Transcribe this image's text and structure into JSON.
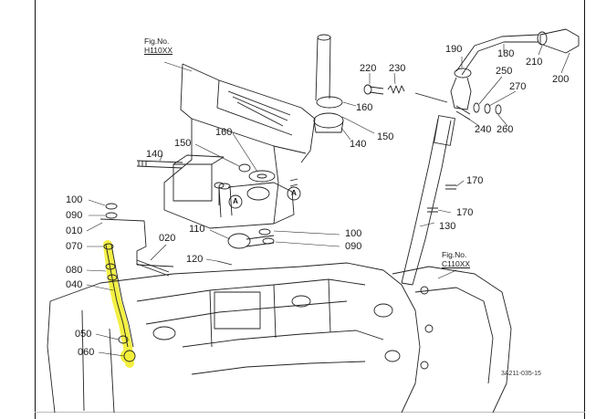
{
  "figure_refs": {
    "top": {
      "prefix": "Fig.No.",
      "code": "H110XX"
    },
    "right": {
      "prefix": "Fig.No.",
      "code": "C110XX"
    }
  },
  "part_labels": {
    "p100_left": "100",
    "p090_left": "090",
    "p010": "010",
    "p070": "070",
    "p080": "080",
    "p040": "040",
    "p050": "050",
    "p060": "060",
    "p020": "020",
    "p110": "110",
    "p120": "120",
    "p140_left": "140",
    "p150_left": "150",
    "p160_left": "160",
    "p100_right": "100",
    "p090_right": "090",
    "p130": "130",
    "p170_upper": "170",
    "p170_lower": "170",
    "p140_right": "140",
    "p150_right": "150",
    "p160_right": "160",
    "p220": "220",
    "p230": "230",
    "p190": "190",
    "p180": "180",
    "p210": "210",
    "p200": "200",
    "p250": "250",
    "p270": "270",
    "p240": "240",
    "p260": "260"
  },
  "callouts": [
    "A",
    "A"
  ],
  "drawing_ref": "3A211-035-15",
  "highlight_color": "#f2ef3a"
}
